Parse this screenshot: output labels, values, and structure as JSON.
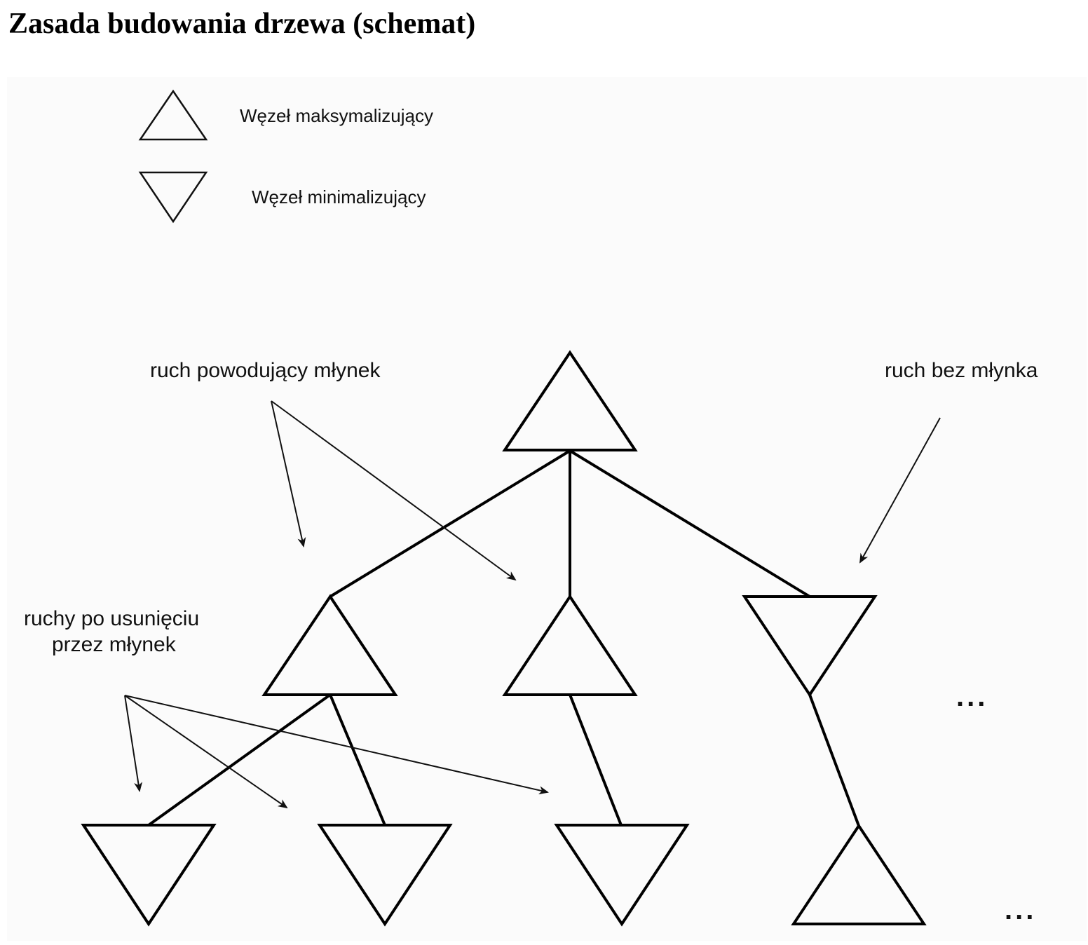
{
  "title": "Zasada budowania drzewa (schemat)",
  "legend": {
    "max_node": "Węzeł maksymalizujący",
    "min_node": "Węzeł minimalizujący"
  },
  "annotations": {
    "mill_move": "ruch powodujący młynek",
    "no_mill_move": "ruch bez młynka",
    "removal_moves_line1": "ruchy po usunięciu",
    "removal_moves_line2": "przez młynek"
  },
  "ellipsis": {
    "level2": "...",
    "level3": "..."
  },
  "tree": {
    "root": {
      "type": "max"
    },
    "level1": [
      {
        "type": "max",
        "edge_from": "root"
      },
      {
        "type": "max",
        "edge_from": "root"
      },
      {
        "type": "min",
        "edge_from": "root"
      }
    ],
    "level2": [
      {
        "type": "min",
        "edge_from": "level1-0"
      },
      {
        "type": "min",
        "edge_from": "level1-0"
      },
      {
        "type": "min",
        "edge_from": "level1-1"
      },
      {
        "type": "max",
        "edge_from": "level1-2"
      }
    ]
  }
}
